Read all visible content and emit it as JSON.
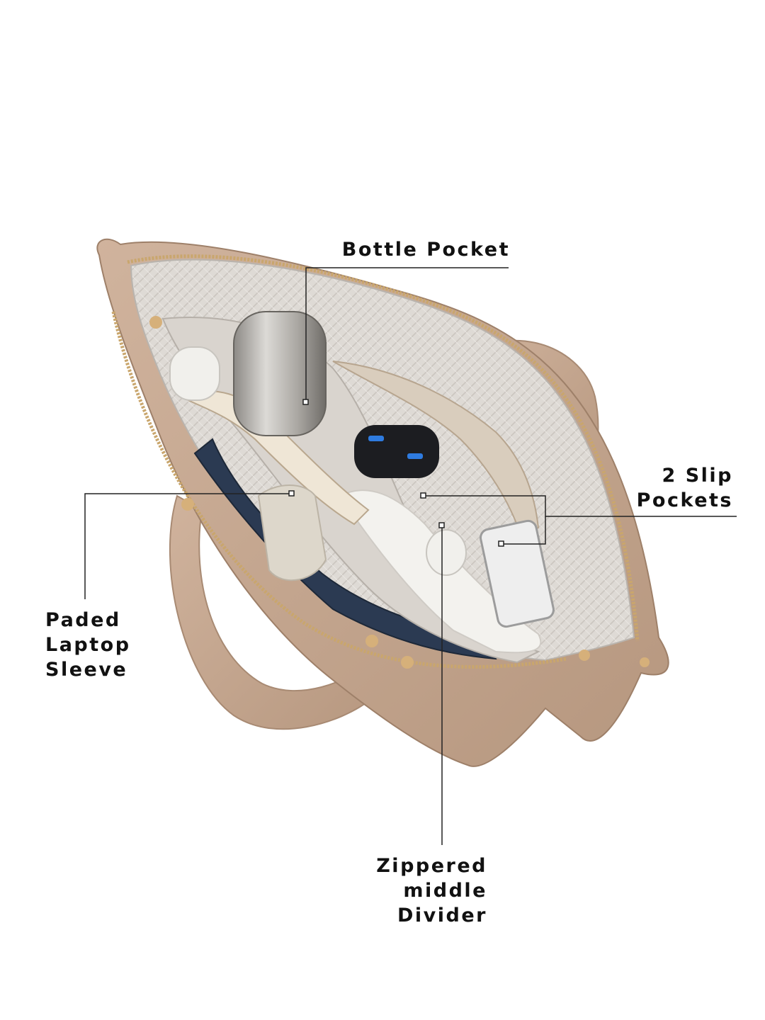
{
  "callouts": {
    "bottle_pocket": "Bottle Pocket",
    "slip_pockets": "2 Slip\nPockets",
    "laptop_sleeve": "Paded\nLaptop\nSleeve",
    "middle_divider": "Zippered\nmiddle\nDivider"
  },
  "colors": {
    "leather": "#c3a58f",
    "lining": "#dcd8d3",
    "hardware": "#d6b07a",
    "text": "#111111"
  }
}
